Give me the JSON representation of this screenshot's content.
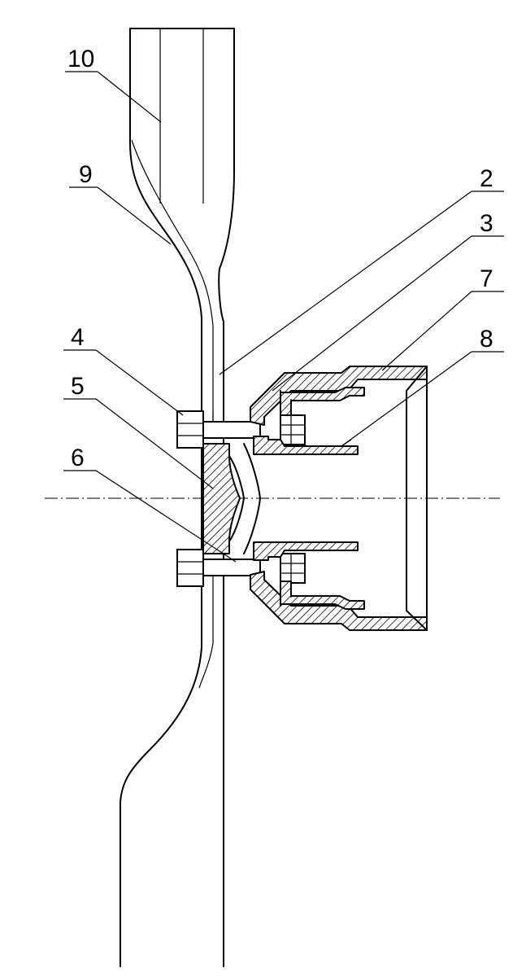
{
  "figure": {
    "labels": [
      {
        "id": "label-10",
        "text": "10"
      },
      {
        "id": "label-9",
        "text": "9"
      },
      {
        "id": "label-2",
        "text": "2"
      },
      {
        "id": "label-3",
        "text": "3"
      },
      {
        "id": "label-7",
        "text": "7"
      },
      {
        "id": "label-4",
        "text": "4"
      },
      {
        "id": "label-8",
        "text": "8"
      },
      {
        "id": "label-5",
        "text": "5"
      },
      {
        "id": "label-6",
        "text": "6"
      }
    ]
  }
}
